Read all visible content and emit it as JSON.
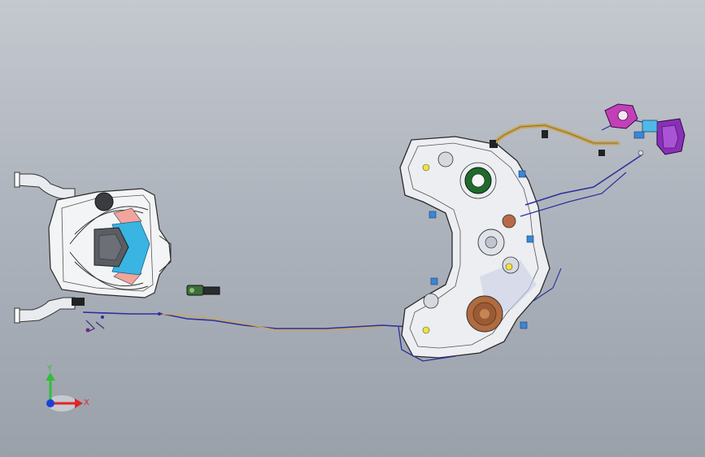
{
  "viewport": {
    "background_top": "#c4c8cf",
    "background_bottom": "#9aa1ab"
  },
  "triad": {
    "y_label": "Y",
    "x_label": "X",
    "y_color": "#2fbf3a",
    "x_color": "#e0252b",
    "z_color": "#1f3fd8"
  },
  "model": {
    "left_assembly": "filler-box-assembly",
    "right_assembly": "fuel-tank-assembly",
    "pump_module": "fuel-pump-module",
    "harness_color": "#2b2f9e",
    "hose_color": "#c8a65a"
  }
}
